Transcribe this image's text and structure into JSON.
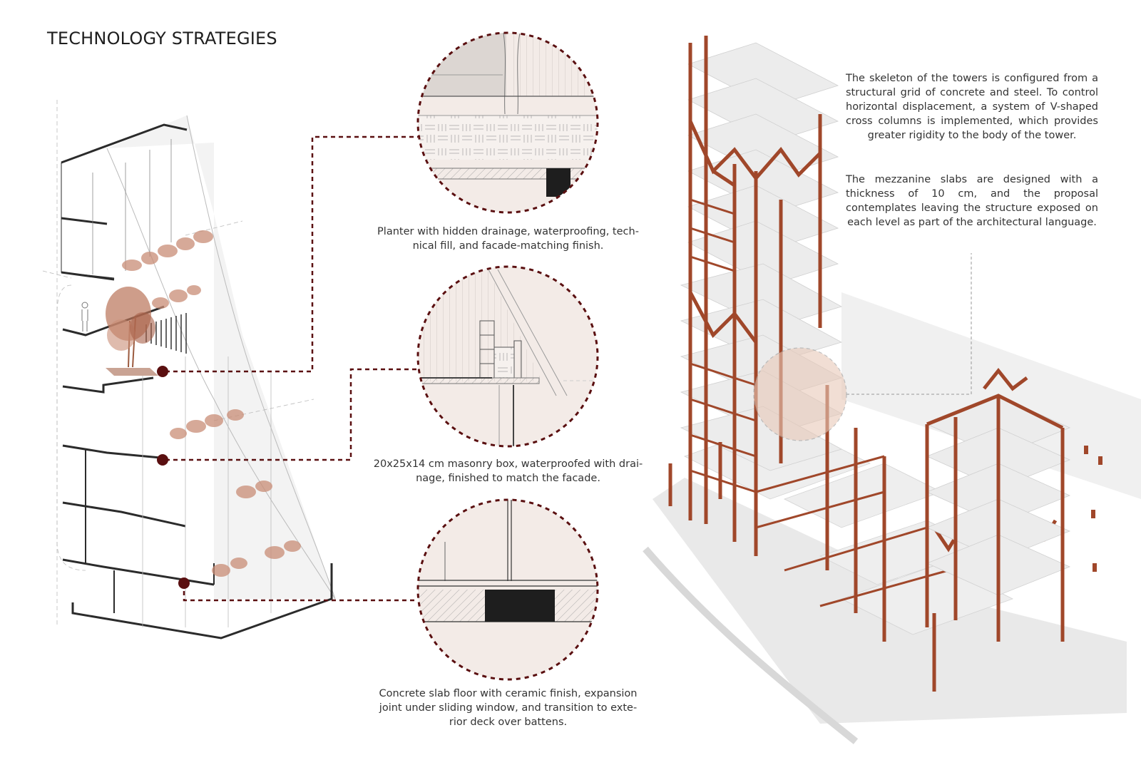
{
  "page": {
    "title": "TECHNOLOGY STRATEGIES"
  },
  "details": [
    {
      "id": "planter",
      "caption_line1": "Planter with hidden drainage, waterproofing, tech-",
      "caption_line2": "nical fill, and facade-matching finish."
    },
    {
      "id": "masonry-box",
      "caption_line1": "20x25x14 cm masonry box, waterproofed with drai-",
      "caption_line2": "nage, finished to match the facade."
    },
    {
      "id": "slab-floor",
      "caption_line1": "Concrete slab floor with ceramic finish, expansion",
      "caption_line2": "joint under sliding window, and transition to exte-",
      "caption_line3": "rior deck over battens."
    }
  ],
  "structure_notes": {
    "paragraph1": "The skeleton of the towers is configured from a structural grid of concrete and steel. To control horizontal displacement, a system of V-shaped cross columns is implemented, which provides greater rigidity to the body of the tower.",
    "paragraph2": "The mezzanine slabs are designed with a thickness of 10 cm, and the proposal contemplates leaving the structure exposed on each level as part of the architectural language."
  },
  "colors": {
    "structure_rust": "#a0472a",
    "callout_dark_red": "#5a0f10",
    "detail_fill": "#f3ebe7",
    "highlight_fill": "#e8c9b8",
    "foliage": "#c98d76",
    "section_line": "#2b2b2b"
  }
}
